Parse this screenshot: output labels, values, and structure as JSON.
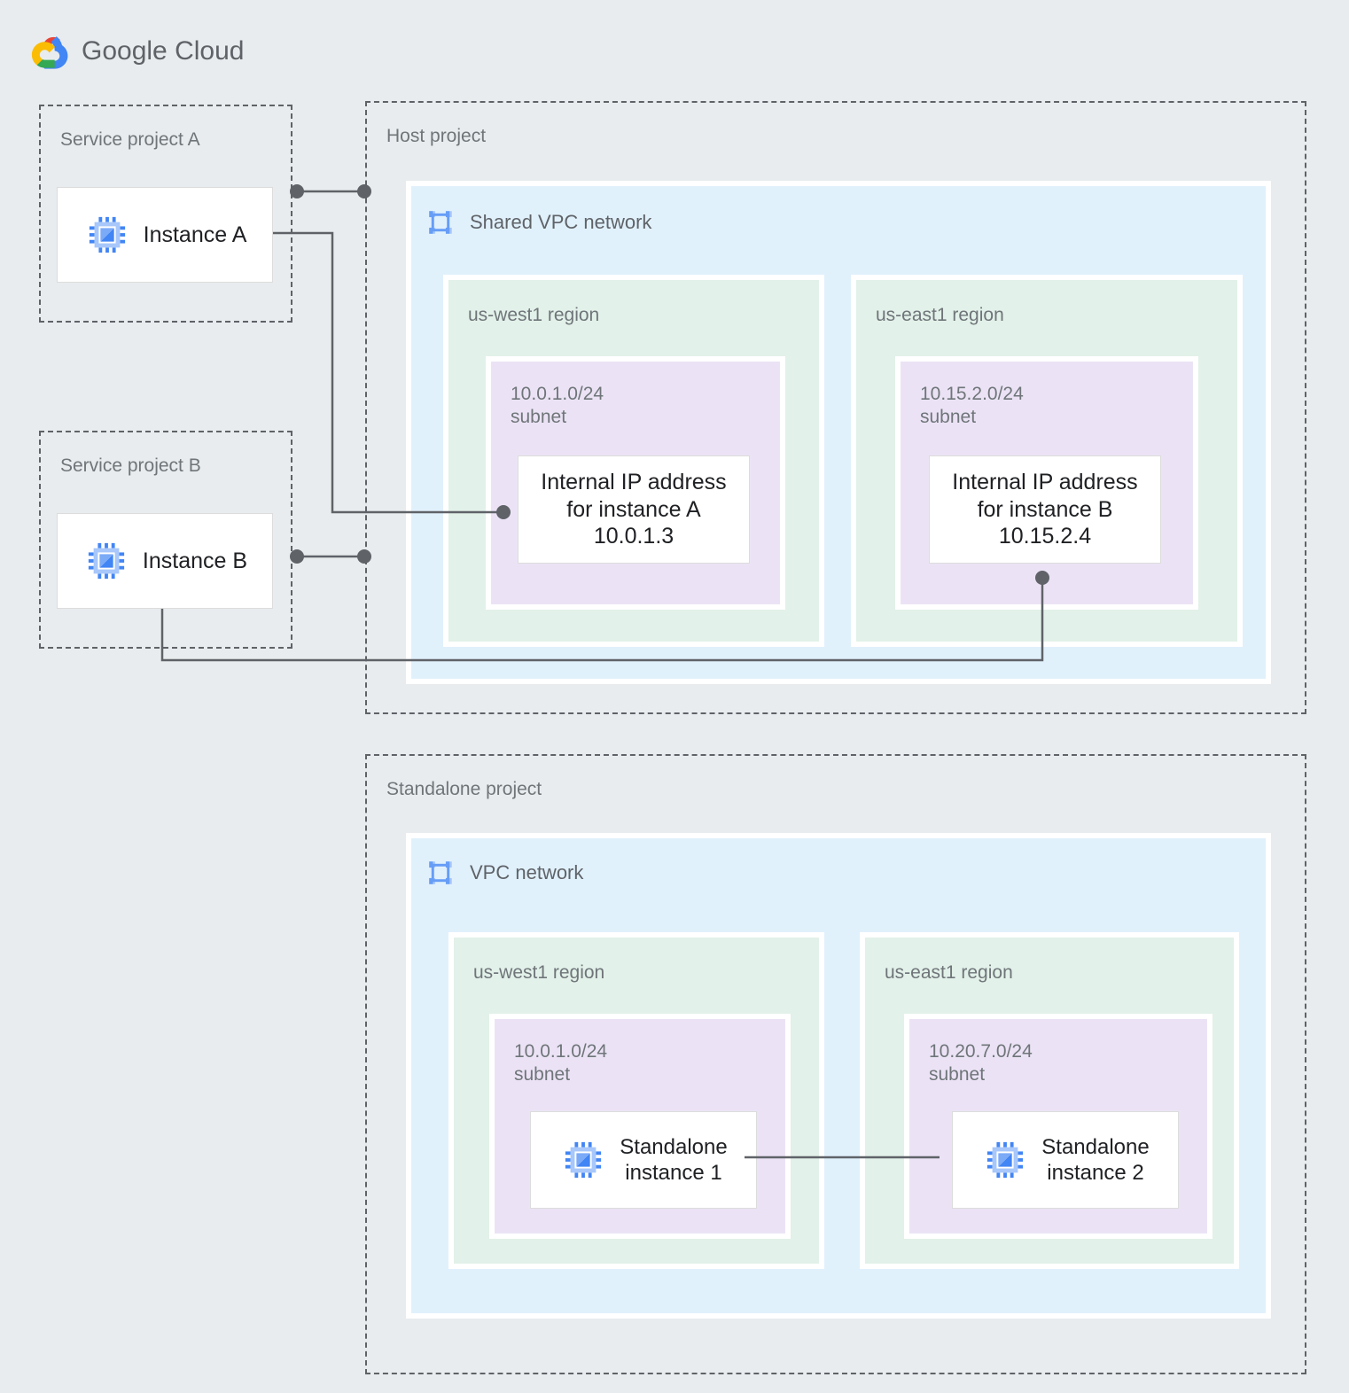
{
  "brand": {
    "name_bold": "Google",
    "name_light": " Cloud",
    "logo_icon": "google-cloud-logo",
    "colors": {
      "red": "#ea4335",
      "yellow": "#fbbc04",
      "green": "#34a853",
      "blue": "#4285f4"
    }
  },
  "palette": {
    "page_bg": "#e8ecee",
    "dashed_border": "#5f6368",
    "vpc_bg": "#e1f1fc",
    "region_bg": "#e2f1e9",
    "subnet_bg": "#ebe3f5",
    "card_bg": "#ffffff",
    "wire": "#5f6368",
    "icon_blue": "#4285f4",
    "icon_blue_light": "#a8c7fa",
    "label_gray": "#6f7579",
    "text_dark": "#202124"
  },
  "projects": {
    "service_a": {
      "label": "Service project A",
      "instance": {
        "name": "Instance A",
        "icon": "vm-instance-icon"
      }
    },
    "service_b": {
      "label": "Service project B",
      "instance": {
        "name": "Instance B",
        "icon": "vm-instance-icon"
      }
    },
    "host": {
      "label": "Host project",
      "network": {
        "title": "Shared VPC network",
        "icon": "vpc-network-icon",
        "regions": [
          {
            "label": "us-west1 region",
            "subnet": {
              "cidr": "10.0.1.0/24",
              "kind": "subnet",
              "text": "10.0.1.0/24\nsubnet"
            },
            "resource": {
              "text": "Internal IP address\nfor instance A\n10.0.1.3",
              "ip": "10.0.1.3",
              "for": "instance A"
            }
          },
          {
            "label": "us-east1 region",
            "subnet": {
              "cidr": "10.15.2.0/24",
              "kind": "subnet",
              "text": "10.15.2.0/24\nsubnet"
            },
            "resource": {
              "text": "Internal IP address\nfor instance B\n10.15.2.4",
              "ip": "10.15.2.4",
              "for": "instance B"
            }
          }
        ]
      }
    },
    "standalone": {
      "label": "Standalone project",
      "network": {
        "title": "VPC network",
        "icon": "vpc-network-icon",
        "regions": [
          {
            "label": "us-west1 region",
            "subnet": {
              "cidr": "10.0.1.0/24",
              "kind": "subnet",
              "text": "10.0.1.0/24\nsubnet"
            },
            "resource": {
              "text": "Standalone\ninstance 1",
              "icon": "vm-instance-icon"
            }
          },
          {
            "label": "us-east1 region",
            "subnet": {
              "cidr": "10.20.7.0/24",
              "kind": "subnet",
              "text": "10.20.7.0/24\nsubnet"
            },
            "resource": {
              "text": "Standalone\ninstance 2",
              "icon": "vm-instance-icon"
            }
          }
        ]
      }
    }
  },
  "connections": [
    {
      "name": "instance-a-to-host-project-boundary",
      "from": "Instance A",
      "to": "Host project"
    },
    {
      "name": "instance-a-to-internal-ip-a",
      "from": "Instance A",
      "to": "Internal IP address for instance A"
    },
    {
      "name": "instance-b-to-host-project-boundary",
      "from": "Instance B",
      "to": "Host project"
    },
    {
      "name": "instance-b-to-internal-ip-b",
      "from": "Instance B",
      "to": "Internal IP address for instance B"
    },
    {
      "name": "standalone-instance-1-to-standalone-instance-2",
      "from": "Standalone instance 1",
      "to": "Standalone instance 2"
    }
  ]
}
